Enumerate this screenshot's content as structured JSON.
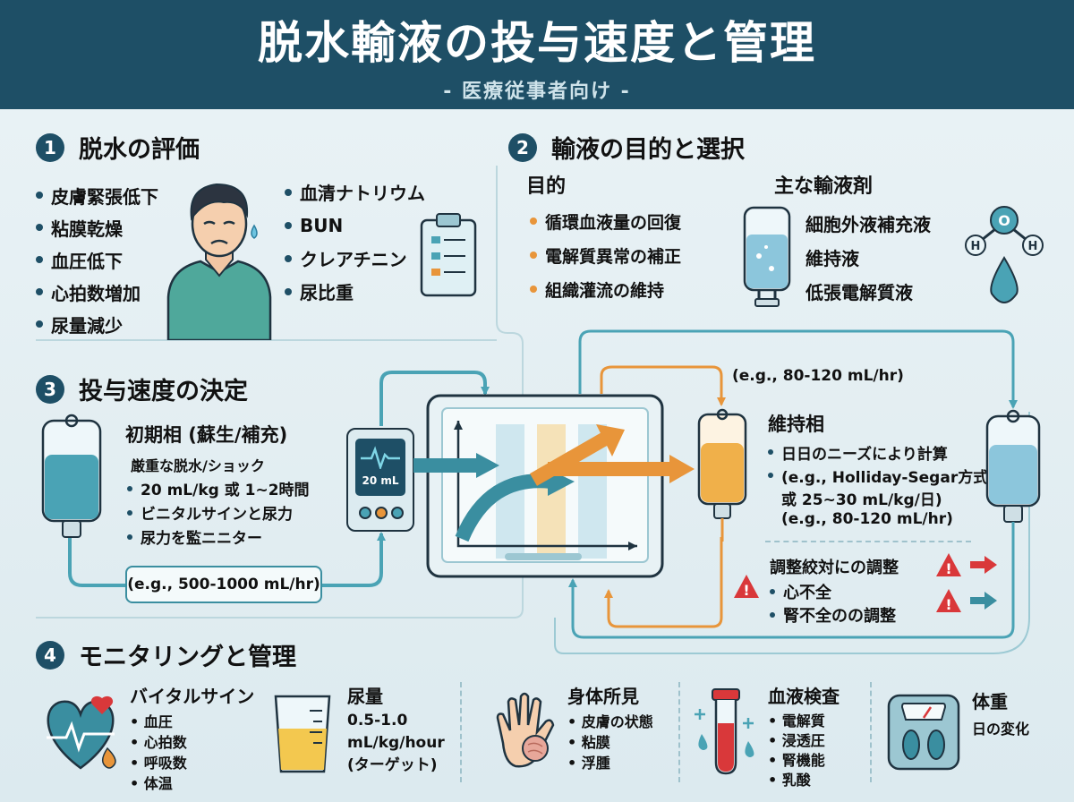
{
  "header": {
    "title": "脱水輸液の投与速度と管理",
    "subtitle": "- 医療従事者向け -"
  },
  "section1": {
    "number": "1",
    "title": "脱水の評価",
    "signs": [
      "皮膚緊張低下",
      "粘膜乾燥",
      "血圧低下",
      "心拍数増加",
      "尿量減少"
    ],
    "labs": [
      "血清ナトリウム",
      "BUN",
      "クレアチニン",
      "尿比重"
    ]
  },
  "section2": {
    "number": "2",
    "title": "輸液の目的と選択",
    "purpose_title": "目的",
    "purposes": [
      "循環血液量の回復",
      "電解質異常の補正",
      "組織灌流の維持"
    ],
    "fluids_title": "主な輸液剤",
    "fluids": [
      "細胞外液補充液",
      "維持液",
      "低張電解質液"
    ],
    "molecule": {
      "o": "O",
      "h1": "H",
      "h2": "H"
    }
  },
  "section3": {
    "number": "3",
    "title": "投与速度の決定",
    "initial_title": "初期相 (蘇生/補充)",
    "initial_sub": "厳重な脱水/ショック",
    "initial_items": [
      "20 mL/kg 或 1~2時間",
      "ビニタルサインと尿力",
      "尿力を監ニニター"
    ],
    "pump_display": "20 mL",
    "initial_rate": "(e.g., 500-1000 mL/hr)",
    "top_rate": "(e.g., 80-120 mL/hr)",
    "maint_title": "維持相",
    "maint_items": [
      "日日のニーズにより計算",
      "(e.g., Holliday-Segar方式"
    ],
    "maint_line3": "或 25~30 mL/kg/日)",
    "maint_line4": "(e.g., 80-120 mL/hr)",
    "adjust_title": "調整絞対にの調整",
    "adjust_items": [
      "心不全",
      "腎不全のの調整"
    ],
    "warning_glyph": "!"
  },
  "section4": {
    "number": "4",
    "title": "モニタリングと管理",
    "vitals": {
      "title": "バイタルサイン",
      "items": [
        "血圧",
        "心拍数",
        "呼吸数",
        "体温"
      ]
    },
    "urine": {
      "title": "尿量",
      "lines": [
        "0.5-1.0",
        "mL/kg/hour",
        "(ターゲット)"
      ]
    },
    "physical": {
      "title": "身体所見",
      "items": [
        "皮膚の状態",
        "粘膜",
        "浮腫"
      ]
    },
    "blood": {
      "title": "血液検査",
      "items": [
        "電解質",
        "浸透圧",
        "腎機能",
        "乳酸"
      ]
    },
    "weight": {
      "title": "体重",
      "sub": "日の変化"
    }
  },
  "colors": {
    "navy": "#1e4f66",
    "teal": "#3a8ea0",
    "orange": "#e8953a",
    "warning": "#d9383a"
  }
}
